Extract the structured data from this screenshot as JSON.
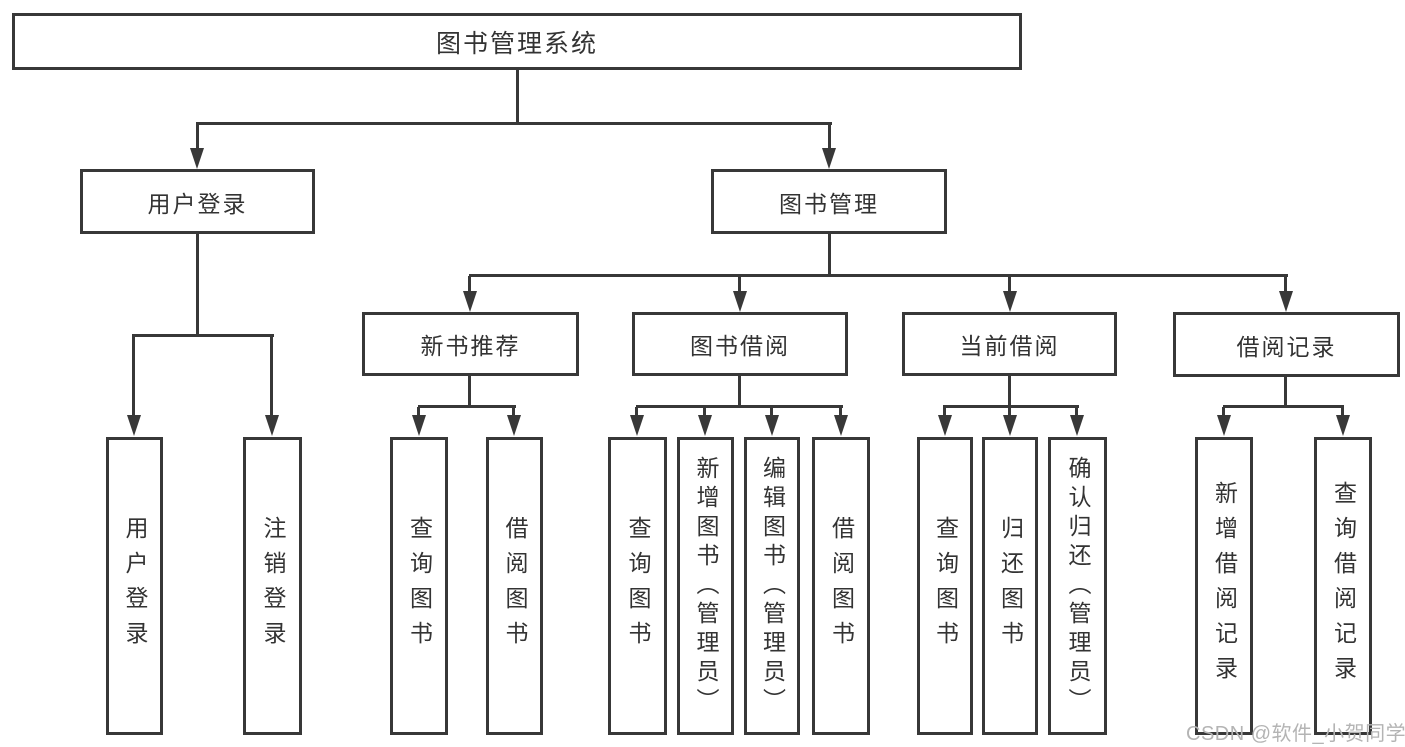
{
  "tree": {
    "label": "图书管理系统",
    "children": [
      {
        "label": "用户登录",
        "children": [
          {
            "label": "用户登录"
          },
          {
            "label": "注销登录"
          }
        ]
      },
      {
        "label": "图书管理",
        "children": [
          {
            "label": "新书推荐",
            "children": [
              {
                "label": "查询图书"
              },
              {
                "label": "借阅图书"
              }
            ]
          },
          {
            "label": "图书借阅",
            "children": [
              {
                "label": "查询图书"
              },
              {
                "label": "新增图书（管理员）"
              },
              {
                "label": "编辑图书（管理员）"
              },
              {
                "label": "借阅图书"
              }
            ]
          },
          {
            "label": "当前借阅",
            "children": [
              {
                "label": "查询图书"
              },
              {
                "label": "归还图书"
              },
              {
                "label": "确认归还（管理员）"
              }
            ]
          },
          {
            "label": "借阅记录",
            "children": [
              {
                "label": "新增借阅记录"
              },
              {
                "label": "查询借阅记录"
              }
            ]
          }
        ]
      }
    ]
  },
  "watermark": "CSDN @软件_小贺同学",
  "colors": {
    "line": "#383838",
    "box_border": "#383838",
    "text": "#333333",
    "node_background": "#ffffff",
    "page_background": "#ffffff",
    "watermark_text": "#b4b4b4"
  }
}
